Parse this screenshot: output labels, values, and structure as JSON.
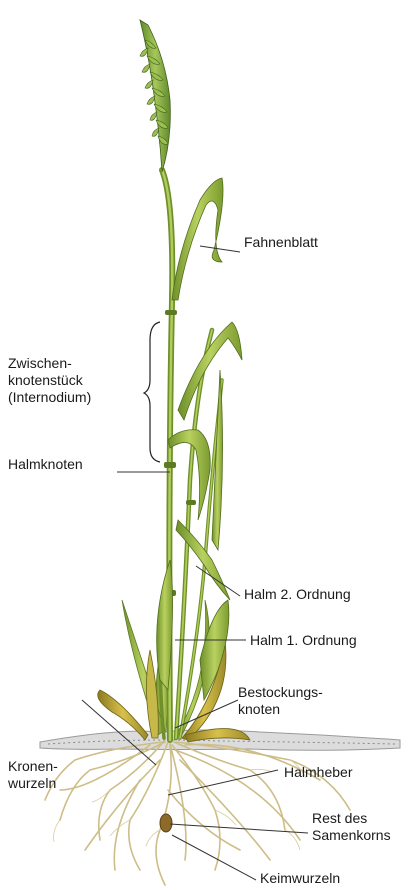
{
  "diagram": {
    "labels": {
      "fahnenblatt": "Fahnenblatt",
      "internodium": "Zwischen-\nknotenstück\n(Internodium)",
      "halmknoten": "Halmknoten",
      "halm2": "Halm 2. Ordnung",
      "halm1": "Halm 1. Ordnung",
      "bestockungsknoten": "Bestockungs-\nknoten",
      "kronenwurzeln": "Kronen-\nwurzeln",
      "halmheber": "Halmheber",
      "samenkorn": "Rest des\nSamenkorns",
      "keimwurzeln": "Keimwurzeln"
    },
    "colors": {
      "stem": "#8fb23a",
      "leaf_light": "#b9d160",
      "leaf_dark": "#6e8f2a",
      "ear": "#7fa83a",
      "root": "#cdbd86",
      "soil": "#9a9a9a",
      "leader": "#333333"
    }
  }
}
